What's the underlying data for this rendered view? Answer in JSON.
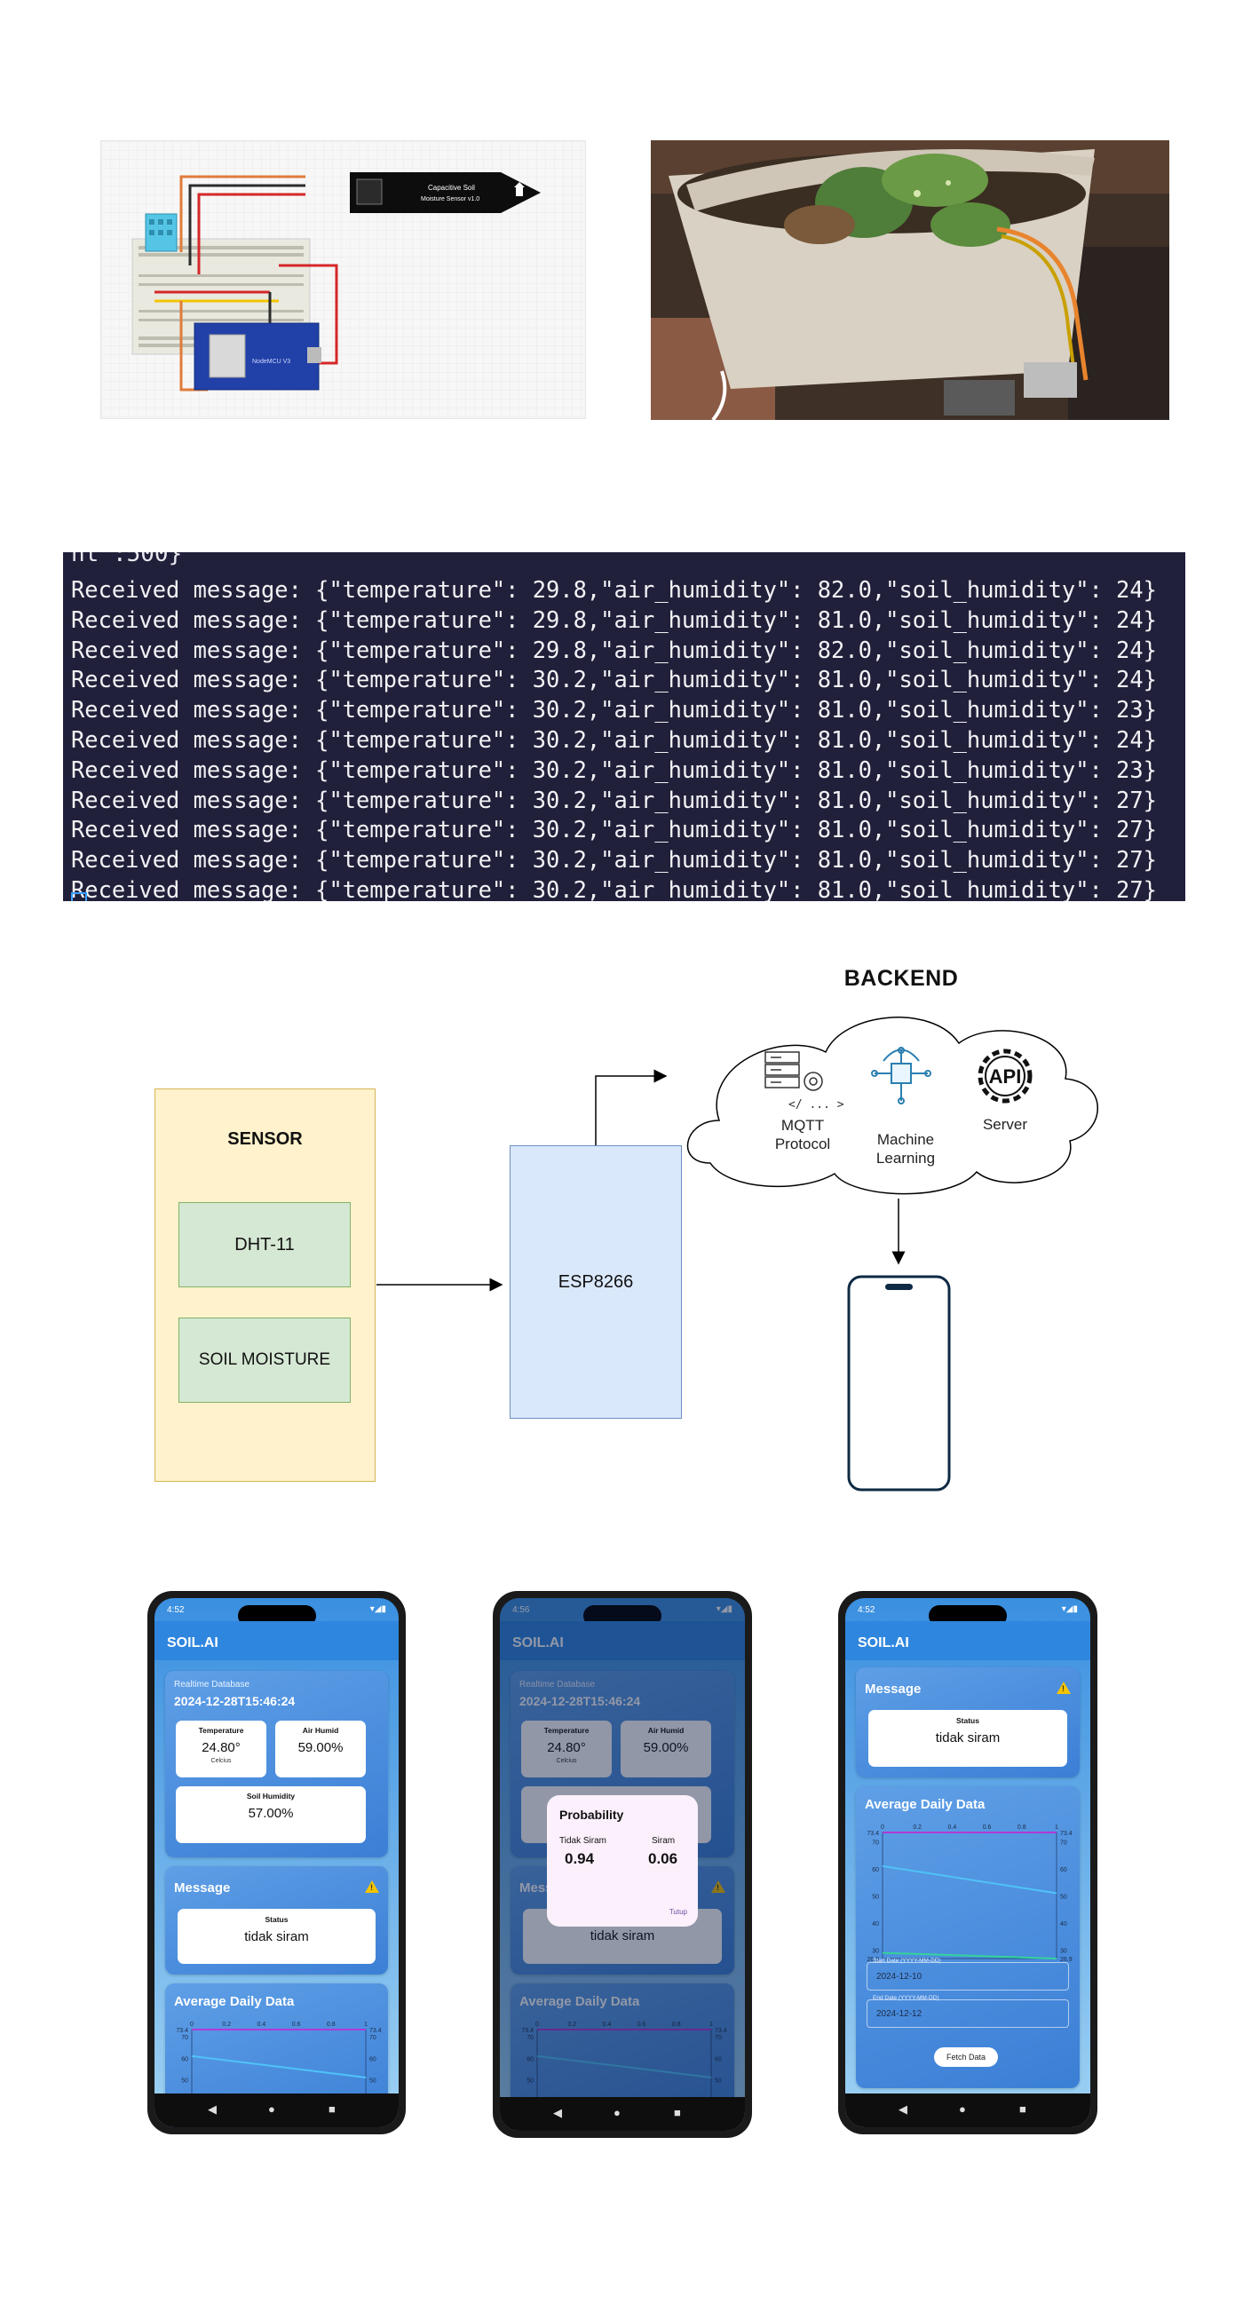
{
  "circuit": {
    "sensor_label_1": "Capacitive Soil",
    "sensor_label_2": "Moisture Sensor v1.0",
    "board_label": "NodeMCU V3"
  },
  "terminal": {
    "truncated_line": "nt :500}",
    "lines": [
      "Received message: {\"temperature\": 29.8,\"air_humidity\": 82.0,\"soil_humidity\": 24}",
      "Received message: {\"temperature\": 29.8,\"air_humidity\": 81.0,\"soil_humidity\": 24}",
      "Received message: {\"temperature\": 29.8,\"air_humidity\": 82.0,\"soil_humidity\": 24}",
      "Received message: {\"temperature\": 30.2,\"air_humidity\": 81.0,\"soil_humidity\": 24}",
      "Received message: {\"temperature\": 30.2,\"air_humidity\": 81.0,\"soil_humidity\": 23}",
      "Received message: {\"temperature\": 30.2,\"air_humidity\": 81.0,\"soil_humidity\": 24}",
      "Received message: {\"temperature\": 30.2,\"air_humidity\": 81.0,\"soil_humidity\": 23}",
      "Received message: {\"temperature\": 30.2,\"air_humidity\": 81.0,\"soil_humidity\": 27}",
      "Received message: {\"temperature\": 30.2,\"air_humidity\": 81.0,\"soil_humidity\": 27}",
      "Received message: {\"temperature\": 30.2,\"air_humidity\": 81.0,\"soil_humidity\": 27}",
      "Received message: {\"temperature\": 30.2,\"air_humidity\": 81.0,\"soil_humidity\": 27}"
    ]
  },
  "diagram": {
    "backend_title": "BACKEND",
    "sensor_title": "SENSOR",
    "dht_label": "DHT-11",
    "soil_label": "SOIL MOISTURE",
    "esp_label": "ESP8266",
    "mqtt_label_1": "MQTT",
    "mqtt_label_2": "Protocol",
    "ml_label_1": "Machine",
    "ml_label_2": "Learning",
    "server_label": "Server",
    "api_text": "API"
  },
  "app": {
    "title": "SOIL.AI",
    "realtime_label": "Realtime Database",
    "timestamp": "2024-12-28T15:46:24",
    "temperature_title": "Temperature",
    "temperature_value": "24.80°",
    "temperature_unit": "Celcius",
    "air_title": "Air Humid",
    "air_value": "59.00%",
    "soil_title": "Soil Humidity",
    "soil_value": "57.00%",
    "message_title": "Message",
    "status_title": "Status",
    "status_value": "tidak siram",
    "avg_title": "Average Daily Data",
    "time1": "4:52",
    "time2": "4:56",
    "time3": "4:52",
    "dialog_title": "Probability",
    "no_water_label": "Tidak Siram",
    "no_water_value": "0.94",
    "water_label": "Siram",
    "water_value": "0.06",
    "close_label": "Tutup",
    "start_date_label": "Start Date (YYYY-MM-DD)",
    "start_date_value": "2024-12-10",
    "end_date_label": "End Date (YYYY-MM-DD)",
    "end_date_value": "2024-12-12",
    "fetch_label": "Fetch Data"
  },
  "chart_data": {
    "type": "line",
    "x_ticks": [
      "0",
      "0.2",
      "0.4",
      "0.6",
      "0.8",
      "1"
    ],
    "y_ticks": [
      "30",
      "40",
      "50",
      "60",
      "70"
    ],
    "top_value": "73.4",
    "bottom_value": "26.9",
    "ylim": [
      26.9,
      73.4
    ],
    "series": [
      {
        "values": [
          73.4,
          73.4
        ],
        "color": "#b13ad6"
      },
      {
        "values": [
          61,
          51
        ],
        "color": "#4fc3f7"
      },
      {
        "values": [
          29,
          26.9
        ],
        "color": "#34d399"
      }
    ]
  }
}
